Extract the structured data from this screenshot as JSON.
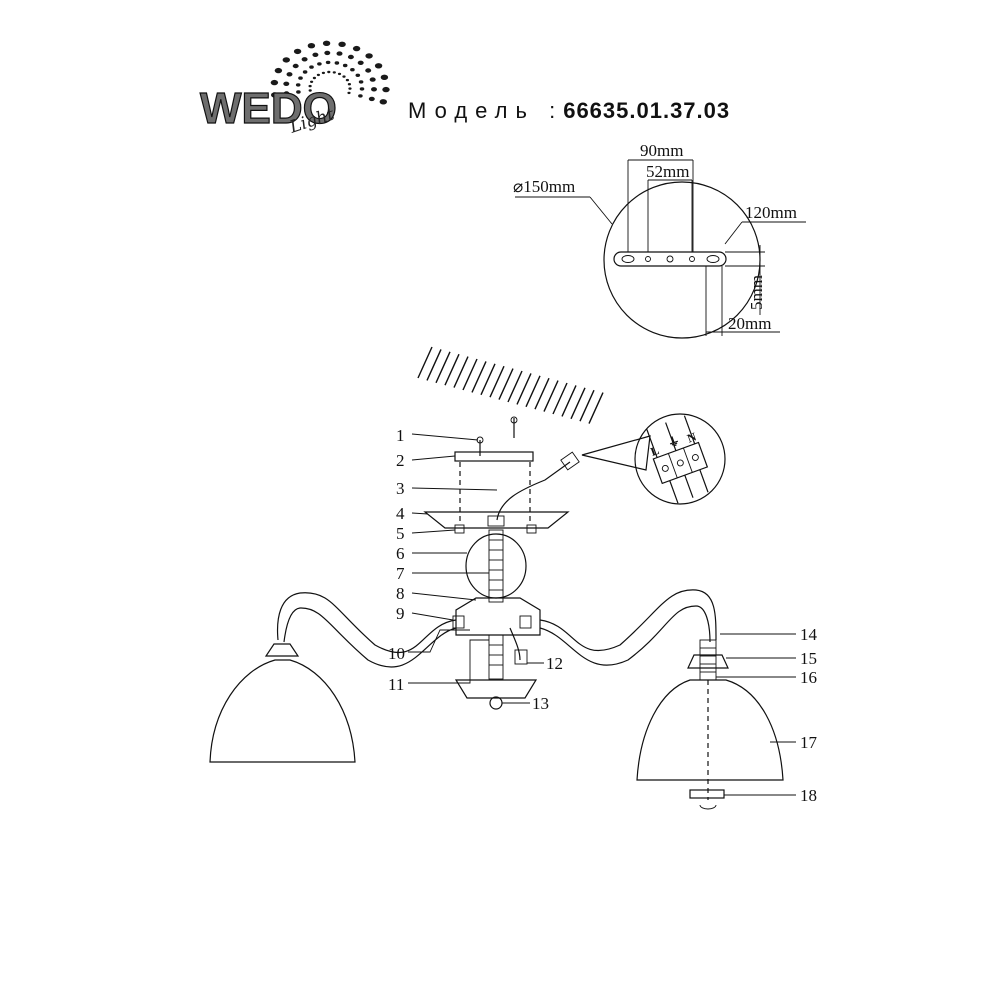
{
  "logo": {
    "wordmark": "WEDO",
    "script": "Light"
  },
  "model": {
    "label": "Модель :",
    "code": "66635.01.37.03"
  },
  "mount_detail": {
    "diameter": "⌀150mm",
    "width_outer": "90mm",
    "width_inner": "52mm",
    "bar_length": "120mm",
    "thickness": "5mm",
    "depth": "20mm"
  },
  "wiring": {
    "terminals": [
      "L",
      "⏚",
      "N"
    ]
  },
  "callouts": [
    "1",
    "2",
    "3",
    "4",
    "5",
    "6",
    "7",
    "8",
    "9",
    "10",
    "11",
    "12",
    "13",
    "14",
    "15",
    "16",
    "17",
    "18"
  ]
}
